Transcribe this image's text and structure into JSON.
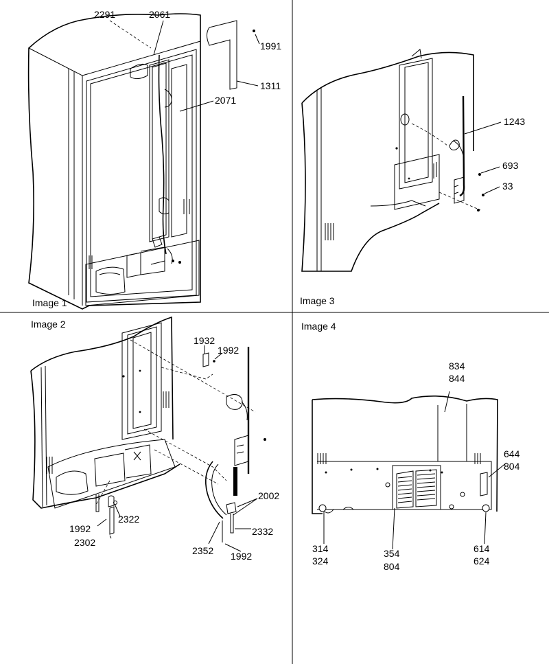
{
  "panels": {
    "image1": {
      "title": "Image 1",
      "callouts": [
        "2291",
        "2061",
        "1991",
        "1311",
        "2071"
      ]
    },
    "image2": {
      "title": "Image 2",
      "callouts": [
        "1932",
        "1992",
        "2002",
        "2322",
        "1992",
        "2302",
        "2352",
        "1992",
        "2332"
      ]
    },
    "image3": {
      "title": "Image 3",
      "callouts": [
        "1243",
        "693",
        "33"
      ]
    },
    "image4": {
      "title": "Image 4",
      "callouts": [
        {
          "top": "834",
          "bottom": "844"
        },
        {
          "top": "644",
          "bottom": "804"
        },
        {
          "top": "314",
          "bottom": "324"
        },
        {
          "top": "354",
          "bottom": "804"
        },
        {
          "top": "614",
          "bottom": "624"
        }
      ]
    }
  }
}
